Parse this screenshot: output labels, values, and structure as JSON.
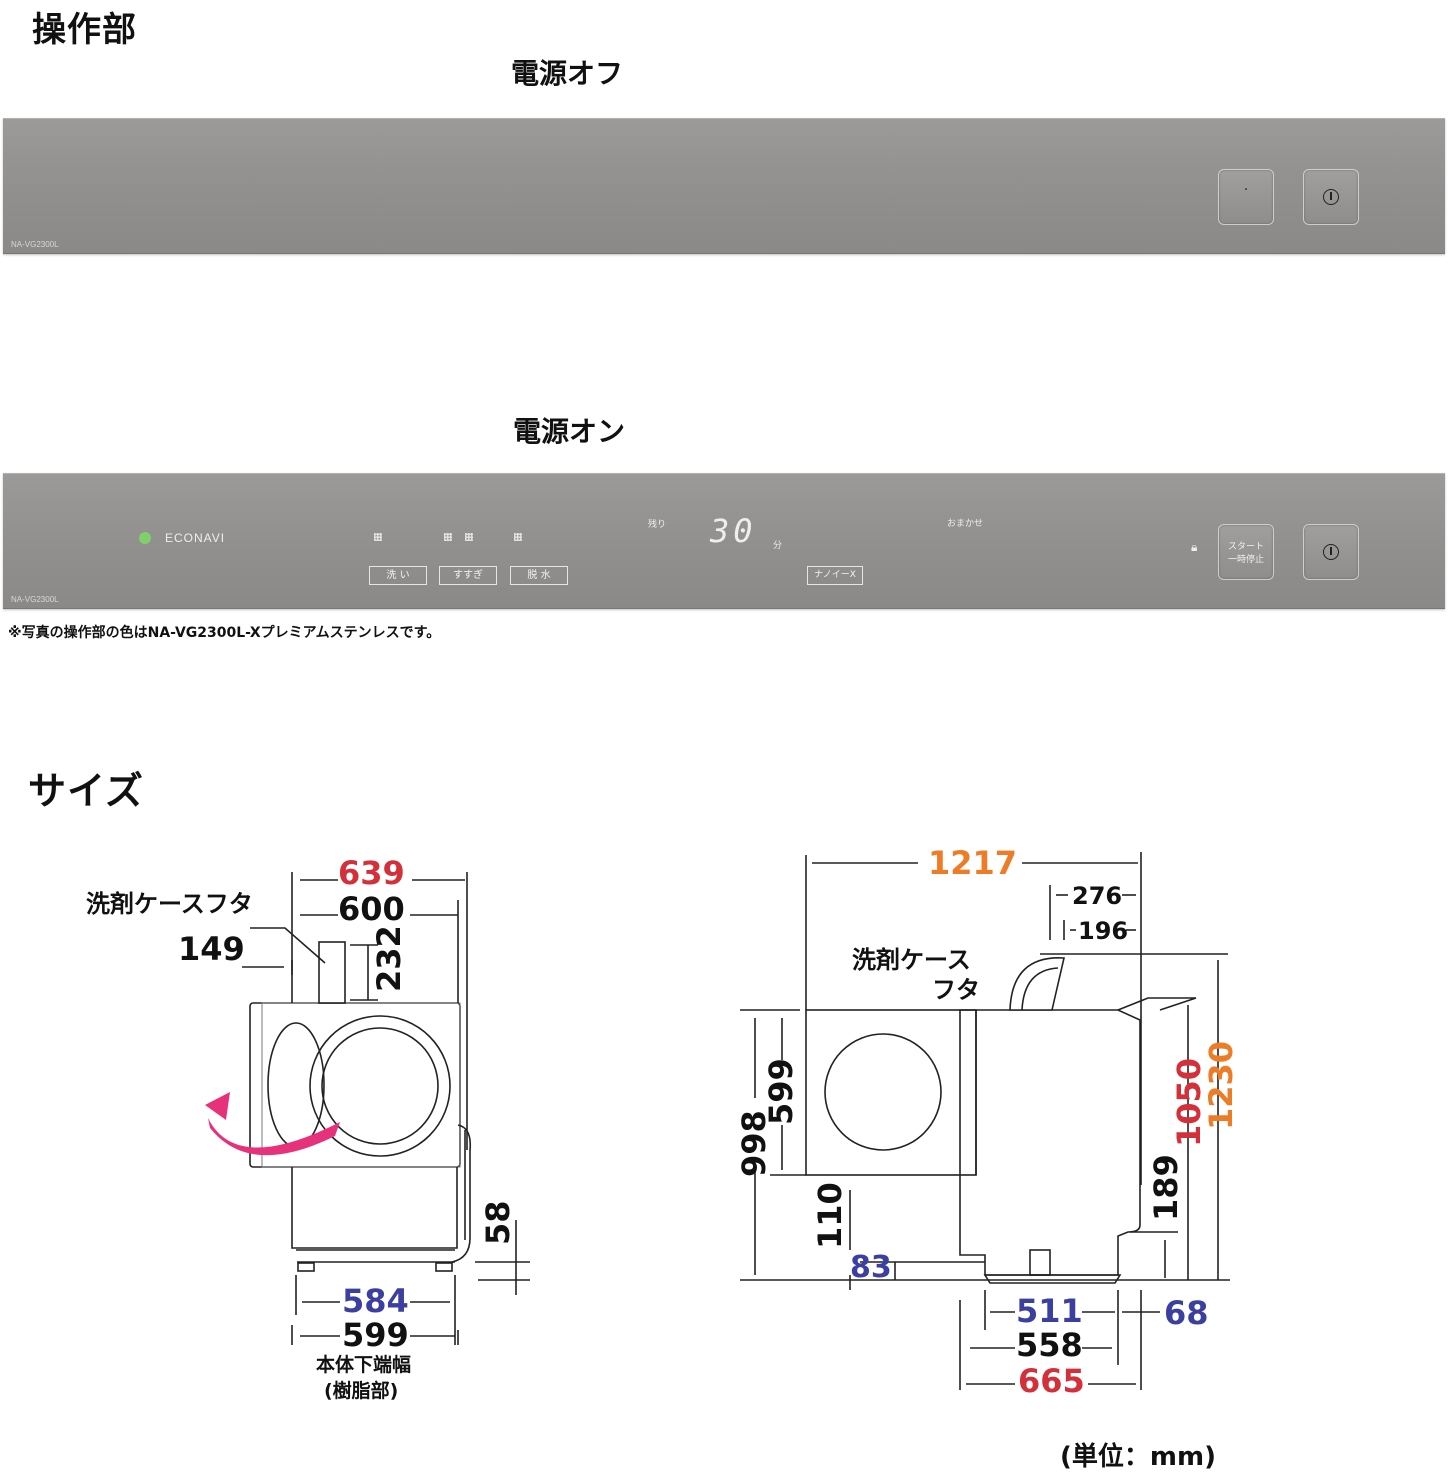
{
  "sections": {
    "controls_title": "操作部",
    "size_title": "サイズ"
  },
  "panel_off": {
    "title": "電源オフ",
    "model": "NA-VG2300L",
    "start_button_glyph": "·"
  },
  "panel_on": {
    "title": "電源オン",
    "model": "NA-VG2300L",
    "econavi": "ECONAVI",
    "courses": [
      "洗 い",
      "すすぎ",
      "脱 水"
    ],
    "remaining_label": "残り",
    "time_value": "30",
    "time_unit": "分",
    "omakase_label": "おまかせ",
    "nanoe_label": "ナノイーX",
    "start_button": [
      "スタート",
      "一時停止"
    ]
  },
  "note": "※写真の操作部の色はNA-VG2300L-Xプレミアムステンレスです。",
  "front_view": {
    "label_detergent_lid": "洗剤ケースフタ",
    "dims": {
      "w639": "639",
      "w600": "600",
      "d149": "149",
      "h232": "232",
      "h58": "58",
      "w584": "584",
      "w599": "599"
    },
    "base_label_line1": "本体下端幅",
    "base_label_line2": "(樹脂部)"
  },
  "side_view": {
    "label_detergent_lid_line1": "洗剤ケース",
    "label_detergent_lid_line2": "フタ",
    "dims": {
      "d1217": "1217",
      "d276": "276",
      "d196": "196",
      "h998": "998",
      "h599": "599",
      "h110": "110",
      "h83": "83",
      "h1050": "1050",
      "h1230": "1230",
      "h189": "189",
      "d511": "511",
      "d68": "68",
      "d558": "558",
      "d665": "665"
    }
  },
  "unit_label": "(単位：mm)",
  "colors": {
    "red": "#d3303a",
    "blue": "#3b3fa0",
    "orange": "#ee7c26",
    "panel": "#939190",
    "econavi_green": "#7fcf6a",
    "door_arrow": "#e8317b"
  }
}
